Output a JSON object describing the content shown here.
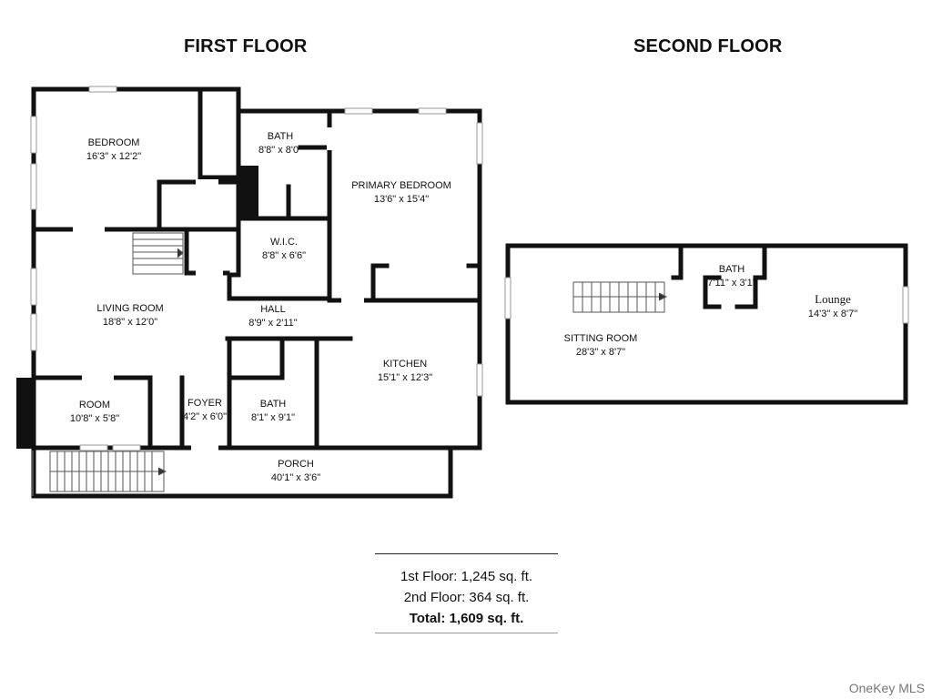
{
  "titles": {
    "first_floor": "FIRST FLOOR",
    "second_floor": "SECOND FLOOR"
  },
  "rooms": {
    "bedroom": {
      "name": "BEDROOM",
      "dim": "16'3\" x 12'2\""
    },
    "bath_upper": {
      "name": "BATH",
      "dim": "8'8\" x 8'0\""
    },
    "primary_bedroom": {
      "name": "PRIMARY BEDROOM",
      "dim": "13'6\" x 15'4\""
    },
    "wic": {
      "name": "W.I.C.",
      "dim": "8'8\" x 6'6\""
    },
    "living_room": {
      "name": "LIVING ROOM",
      "dim": "18'8\" x 12'0\""
    },
    "hall": {
      "name": "HALL",
      "dim": "8'9\" x 2'11\""
    },
    "kitchen": {
      "name": "KITCHEN",
      "dim": "15'1\" x 12'3\""
    },
    "room": {
      "name": "ROOM",
      "dim": "10'8\" x 5'8\""
    },
    "foyer": {
      "name": "FOYER",
      "dim": "4'2\" x 6'0\""
    },
    "bath_lower": {
      "name": "BATH",
      "dim": "8'1\" x 9'1\""
    },
    "porch": {
      "name": "PORCH",
      "dim": "40'1\" x 3'6\""
    },
    "bath_second": {
      "name": "BATH",
      "dim": "7'11\" x 3'1\""
    },
    "lounge": {
      "name": "Lounge",
      "dim": "14'3\" x 8'7\""
    },
    "sitting_room": {
      "name": "SITTING ROOM",
      "dim": "28'3\" x 8'7\""
    }
  },
  "totals": {
    "first": "1st Floor: 1,245 sq. ft.",
    "second": "2nd Floor: 364 sq. ft.",
    "total": "Total: 1,609 sq. ft."
  },
  "watermark": "OneKey MLS"
}
